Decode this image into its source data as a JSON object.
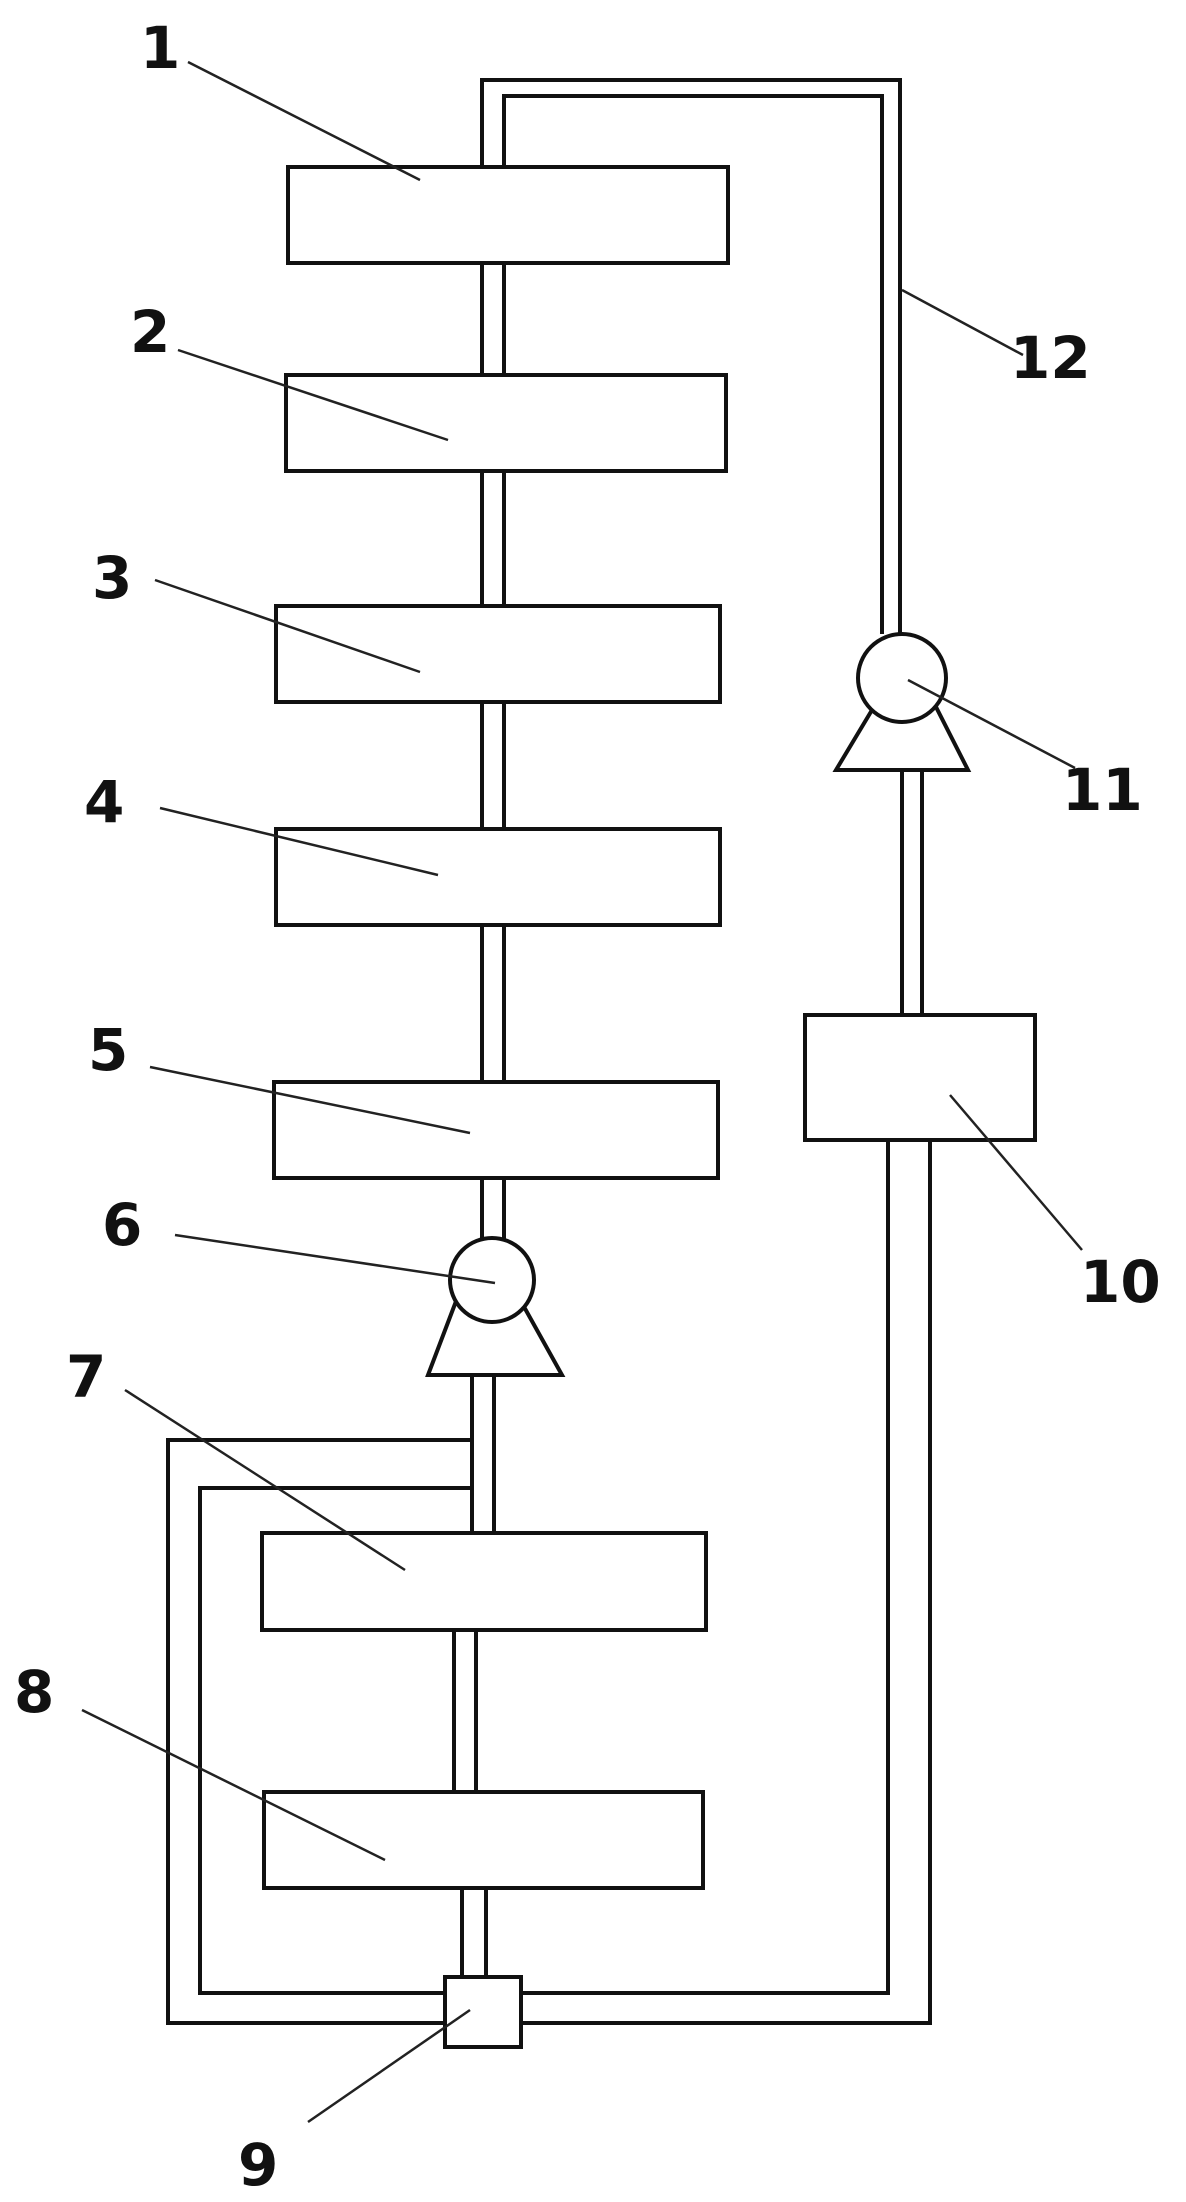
{
  "labels": {
    "l1": "1",
    "l2": "2",
    "l3": "3",
    "l4": "4",
    "l5": "5",
    "l6": "6",
    "l7": "7",
    "l8": "8",
    "l9": "9",
    "l10": "10",
    "l11": "11",
    "l12": "12"
  },
  "style": {
    "line_color": "#111111",
    "background": "#ffffff"
  }
}
